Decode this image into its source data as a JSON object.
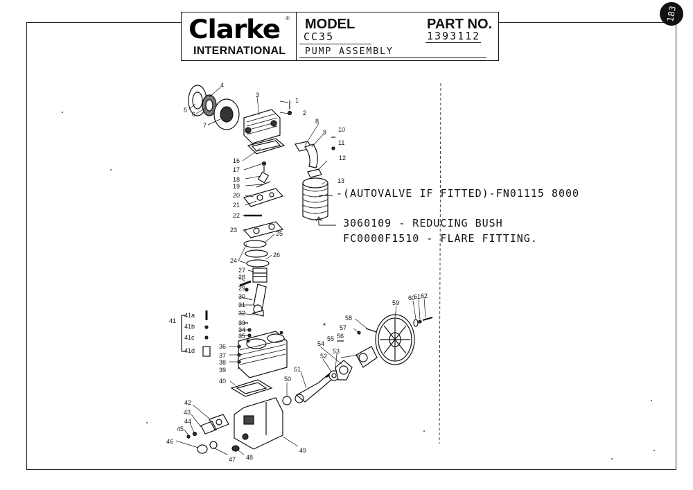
{
  "header": {
    "logo_text": "Clarke",
    "logo_sub": "INTERNATIONAL",
    "model_label": "MODEL",
    "part_label": "PART NO.",
    "model_value": "CC35",
    "part_value": "1393112",
    "title": "PUMP ASSEMBLY"
  },
  "stamp": "183",
  "annotations": {
    "autovalve": "-(AUTOVALVE IF FITTED)-FN01115 8000",
    "bush": "3060109 - REDUCING BUSH",
    "flare": "FC0000F1510 - FLARE FITTING."
  },
  "callouts": [
    "1",
    "2",
    "3",
    "4",
    "5",
    "6",
    "7",
    "8",
    "9",
    "10",
    "11",
    "12",
    "13",
    "16",
    "17",
    "18",
    "19",
    "20",
    "21",
    "22",
    "23",
    "24",
    "25",
    "26",
    "27",
    "28",
    "29",
    "30",
    "31",
    "32",
    "33",
    "34",
    "35",
    "36",
    "37",
    "38",
    "39",
    "40",
    "41",
    "41a",
    "41b",
    "41c",
    "41d",
    "42",
    "43",
    "44",
    "45",
    "46",
    "47",
    "48",
    "49",
    "50",
    "51",
    "52",
    "53",
    "54",
    "55",
    "56",
    "57",
    "58",
    "59",
    "60",
    "61",
    "62"
  ]
}
